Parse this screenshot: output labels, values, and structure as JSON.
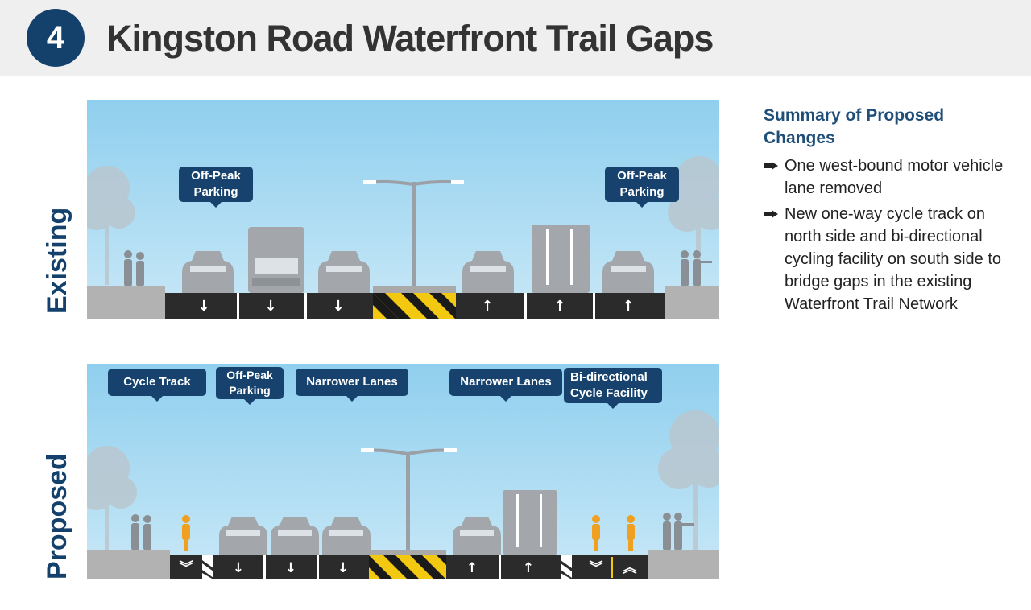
{
  "header": {
    "badge_number": "4",
    "title": "Kingston Road Waterfront Trail Gaps"
  },
  "existing": {
    "label": "Existing",
    "callouts": [
      {
        "text": "Off-Peak\nParking"
      },
      {
        "text": "Off-Peak\nParking"
      }
    ],
    "lane_arrows": [
      "↓",
      "↓",
      "↓",
      "↑",
      "↑",
      "↑"
    ]
  },
  "proposed": {
    "label": "Proposed",
    "callouts": [
      {
        "text": "Cycle Track"
      },
      {
        "text": "Off-Peak\nParking"
      },
      {
        "text": "Narrower Lanes"
      },
      {
        "text": "Narrower Lanes"
      },
      {
        "text": "Bi-directional\nCycle Facility"
      }
    ],
    "lane_arrows": [
      "︾",
      "↓",
      "↓",
      "↓",
      "↑",
      "↑",
      "︾",
      "︽"
    ]
  },
  "summary": {
    "heading": "Summary of Proposed Changes",
    "bullets": [
      "One west-bound motor vehicle lane removed",
      "New one-way cycle track on north side and bi-directional cycling facility on south side to bridge gaps in the existing Waterfront Trail Network"
    ]
  },
  "colors": {
    "navy": "#13416c",
    "callout": "#16426d",
    "hazard_yellow": "#f2c811",
    "road": "#2b2b2b",
    "cyclist": "#f0a020"
  }
}
